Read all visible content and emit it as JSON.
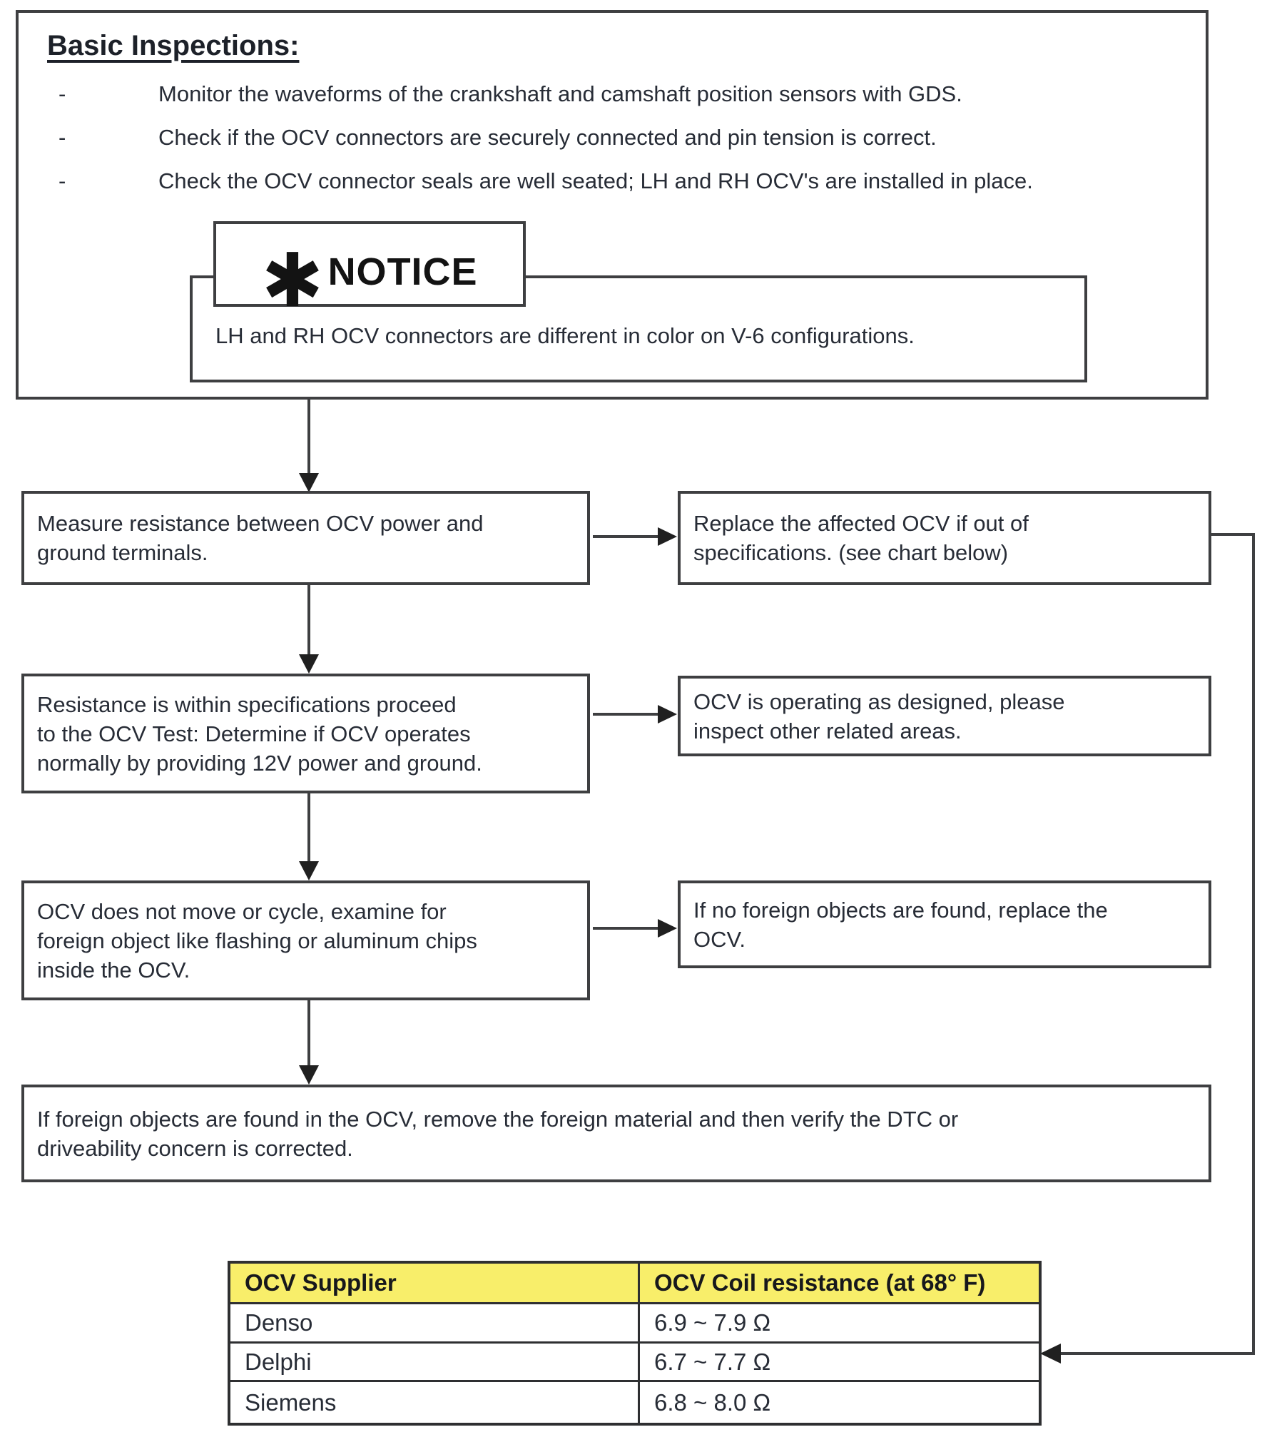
{
  "page": {
    "background": "#ffffff",
    "text_color": "#272c36",
    "line_color": "#3e3f41",
    "header_bg": "#f8ee6a"
  },
  "basic_inspections": {
    "heading": "Basic Inspections:",
    "bullet_marker": "-",
    "bullets": [
      "Monitor the waveforms of the crankshaft and camshaft position sensors with GDS.",
      "Check if the OCV connectors are securely connected and pin tension is correct.",
      "Check the OCV connector seals are well seated; LH and RH OCV's are installed in place."
    ],
    "notice": {
      "asterisk": "✱",
      "label": "NOTICE",
      "text": "LH and RH OCV connectors are different in color on V-6 configurations."
    }
  },
  "flowchart": {
    "step1": "Measure resistance between OCV power and\nground terminals.",
    "result1": "Replace the affected OCV if out of\nspecifications. (see chart below)",
    "step2": "Resistance is within specifications proceed\nto the OCV Test: Determine if OCV operates\nnormally by providing 12V power and ground.",
    "result2": "OCV is operating as designed, please\ninspect other related areas.",
    "step3": "OCV does not move or cycle, examine for\nforeign object like flashing or aluminum chips\ninside the OCV.",
    "result3": "If no foreign objects are found, replace the\nOCV.",
    "step4": "If foreign objects are found in the OCV, remove the foreign material and then verify the DTC or\ndriveability concern is corrected."
  },
  "spec_table": {
    "columns": [
      "OCV Supplier",
      "OCV Coil resistance (at 68° F)"
    ],
    "rows": [
      {
        "supplier": "Denso",
        "resistance": "6.9 ~ 7.9 Ω"
      },
      {
        "supplier": "Delphi",
        "resistance": "6.7 ~ 7.7 Ω"
      },
      {
        "supplier": "Siemens",
        "resistance": "6.8 ~ 8.0 Ω"
      }
    ]
  }
}
